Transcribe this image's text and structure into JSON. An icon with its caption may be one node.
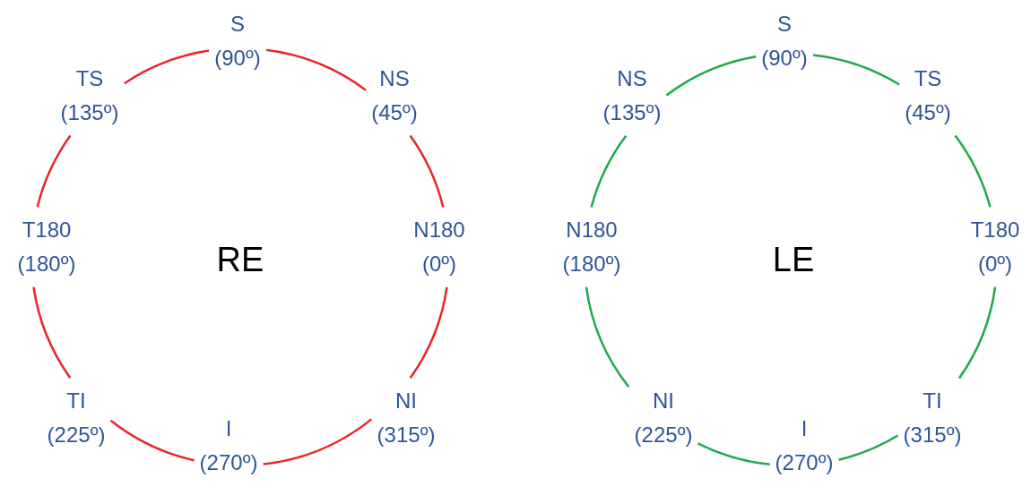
{
  "diagram": {
    "nodes": [
      {
        "text": [
          "S",
          "(90º)"
        ]
      },
      {
        "text": [
          "NS",
          "(45º)"
        ]
      },
      {
        "text": [
          "N180",
          "(0º)"
        ]
      },
      {
        "text": [
          "NI",
          "(315º)"
        ]
      },
      {
        "text": [
          "I",
          "(270º)"
        ]
      },
      {
        "text": [
          "TI",
          "(225º)"
        ]
      },
      {
        "text": [
          "T180",
          "(180º)"
        ]
      },
      {
        "text": [
          "TS",
          "(135º)"
        ]
      },
      {
        "text": [
          "S",
          "(90º)"
        ]
      },
      {
        "text": [
          "TS",
          "(45º)"
        ]
      },
      {
        "text": [
          "T180",
          "(0º)"
        ]
      },
      {
        "text": [
          "TI",
          "(315º)"
        ]
      },
      {
        "text": [
          "I",
          "(270º)"
        ]
      },
      {
        "text": [
          "NI",
          "(225º)"
        ]
      },
      {
        "text": [
          "N180",
          "(180º)"
        ]
      },
      {
        "text": [
          "NS",
          "(135º)"
        ]
      }
    ],
    "edges": [
      {
        "from": 0,
        "to": 1,
        "arrow": "none",
        "color": "#e8262b"
      },
      {
        "from": 1,
        "to": 2,
        "arrow": "none",
        "color": "#e8262b"
      },
      {
        "from": 2,
        "to": 3,
        "arrow": "none",
        "color": "#e8262b"
      },
      {
        "from": 3,
        "to": 4,
        "arrow": "none",
        "color": "#e8262b"
      },
      {
        "from": 4,
        "to": 5,
        "arrow": "none",
        "color": "#e8262b"
      },
      {
        "from": 5,
        "to": 6,
        "arrow": "none",
        "color": "#e8262b"
      },
      {
        "from": 6,
        "to": 7,
        "arrow": "none",
        "color": "#e8262b"
      },
      {
        "from": 7,
        "to": 0,
        "arrow": "none",
        "color": "#e8262b"
      },
      {
        "from": 8,
        "to": 9,
        "arrow": "none",
        "color": "#21a84d"
      },
      {
        "from": 9,
        "to": 10,
        "arrow": "none",
        "color": "#21a84d"
      },
      {
        "from": 10,
        "to": 11,
        "arrow": "none",
        "color": "#21a84d"
      },
      {
        "from": 11,
        "to": 12,
        "arrow": "none",
        "color": "#21a84d"
      },
      {
        "from": 12,
        "to": 13,
        "arrow": "none",
        "color": "#21a84d"
      },
      {
        "from": 13,
        "to": 14,
        "arrow": "none",
        "color": "#21a84d"
      },
      {
        "from": 14,
        "to": 15,
        "arrow": "none",
        "color": "#21a84d"
      },
      {
        "from": 15,
        "to": 8,
        "arrow": "none",
        "color": "#21a84d"
      }
    ],
    "labels": [
      "RE",
      "LE"
    ]
  }
}
